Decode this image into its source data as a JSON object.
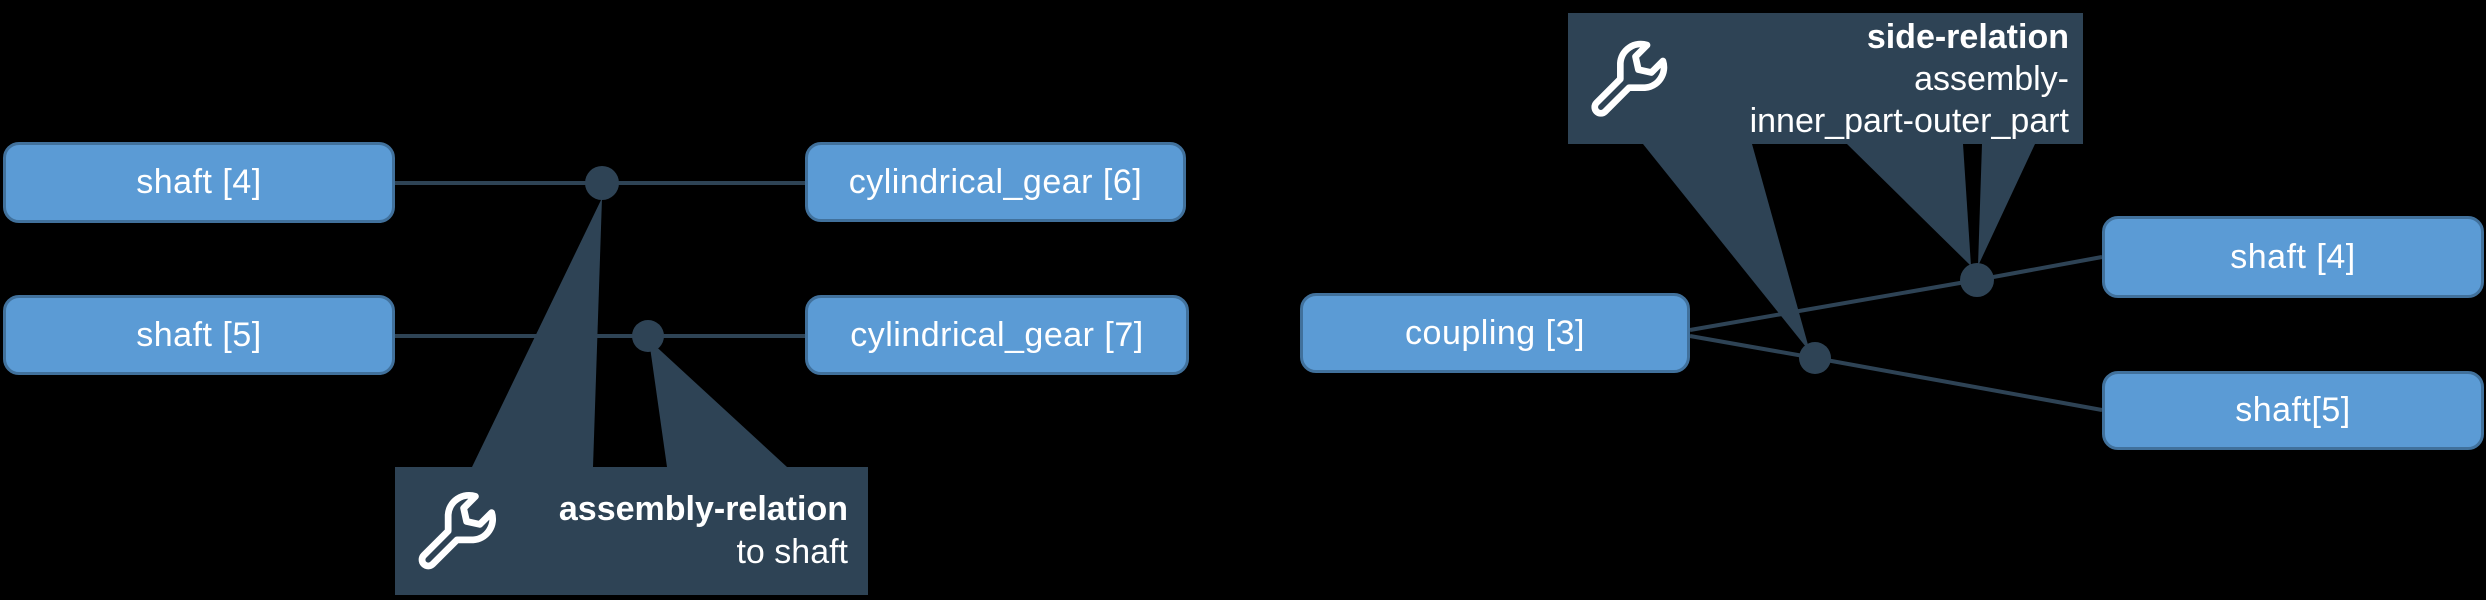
{
  "diagram": {
    "left_group": {
      "nodes": {
        "shaft4": "shaft [4]",
        "shaft5": "shaft [5]",
        "gear6": "cylindrical_gear [6]",
        "gear7": "cylindrical_gear [7]"
      },
      "callout": {
        "icon": "wrench-icon",
        "title": "assembly-relation",
        "subtitle": "to shaft"
      }
    },
    "right_group": {
      "nodes": {
        "coupling3": "coupling [3]",
        "shaft4": "shaft [4]",
        "shaft5": "shaft[5]"
      },
      "callout": {
        "icon": "wrench-icon",
        "title": "side-relation",
        "subtitle_line1": "assembly-",
        "subtitle_line2": "inner_part-outer_part"
      }
    },
    "colors": {
      "background": "#000000",
      "node_fill": "#5b9bd5",
      "node_border": "#41719c",
      "connector": "#2e4355",
      "callout_bg": "#2e4355",
      "text": "#ffffff"
    }
  }
}
